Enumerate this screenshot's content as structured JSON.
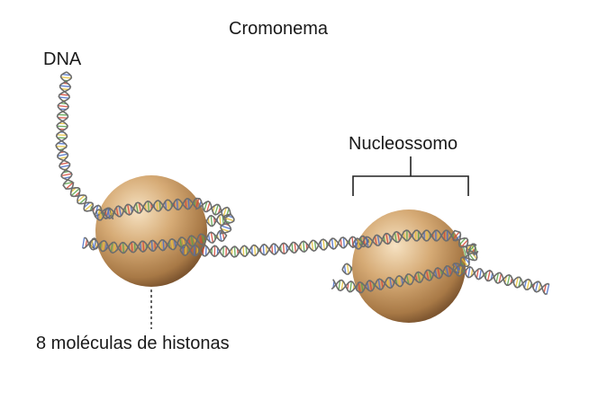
{
  "figure": {
    "title": "Cromonema",
    "labels": {
      "dna": "DNA",
      "nucleosome": "Nucleossomo",
      "histones": "8 moléculas de histonas"
    }
  },
  "colors": {
    "background": "#ffffff",
    "histone_core_light": "#f3d7ae",
    "histone_core_mid": "#c99a63",
    "histone_core_dark": "#8a6236",
    "dna_backbone": "#6d6d6d",
    "dna_rung_red": "#d84a3a",
    "dna_rung_blue": "#4a6fc9",
    "dna_rung_yellow": "#e8c23a",
    "dna_rung_green": "#5aa44a",
    "label_text": "#1a1a1a",
    "bracket_line": "#222222"
  }
}
